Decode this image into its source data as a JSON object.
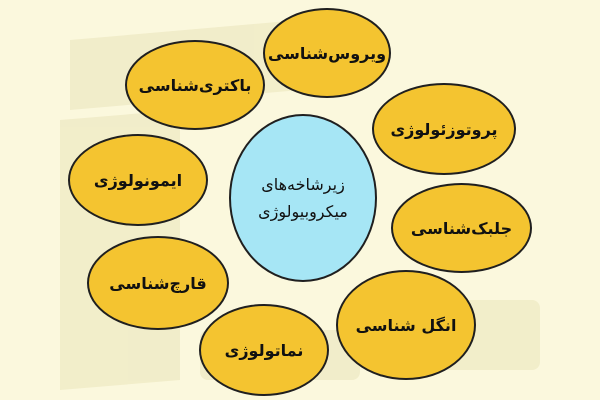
{
  "colors": {
    "background": "#fbf8dd",
    "center_fill": "#a6e6f5",
    "branch_fill": "#f4c430",
    "outline": "#1f1f1f"
  },
  "diagram": {
    "center": {
      "line1": "زیرشاخه‌های",
      "line2": "میکروبیولوژی"
    },
    "branches": [
      {
        "id": "virology",
        "label": "ویروس‌شناسی"
      },
      {
        "id": "bacteriology",
        "label": "باکتری‌شناسی"
      },
      {
        "id": "protozoology",
        "label": "پروتوزئولوژی"
      },
      {
        "id": "immunology",
        "label": "ایمونولوژی"
      },
      {
        "id": "phycology",
        "label": "جلبک‌شناسی"
      },
      {
        "id": "mycology",
        "label": "قارچ‌شناسی"
      },
      {
        "id": "parasitology",
        "label": "انگل شناسی"
      },
      {
        "id": "nematology",
        "label": "نماتولوژی"
      }
    ]
  }
}
